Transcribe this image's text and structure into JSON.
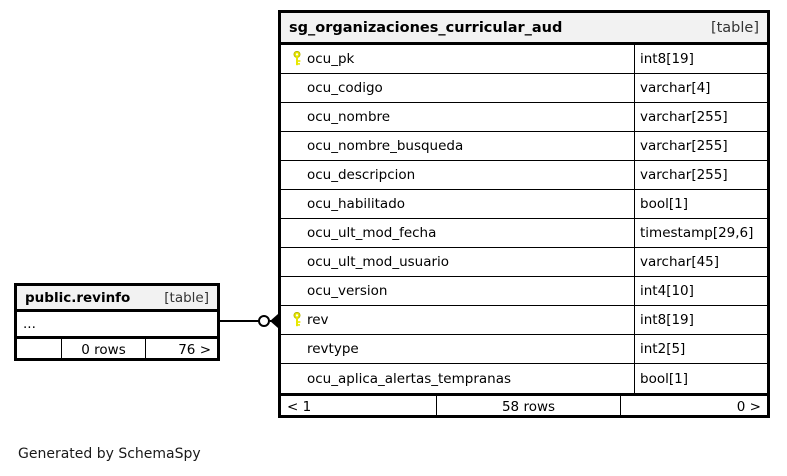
{
  "diagram": {
    "generator_credit": "Generated by SchemaSpy",
    "table_tag": "[table]"
  },
  "main_table": {
    "name": "sg_organizaciones_curricular_aud",
    "tag": "[table]",
    "columns": [
      {
        "key": true,
        "name": "ocu_pk",
        "type": "int8[19]"
      },
      {
        "key": false,
        "name": "ocu_codigo",
        "type": "varchar[4]"
      },
      {
        "key": false,
        "name": "ocu_nombre",
        "type": "varchar[255]"
      },
      {
        "key": false,
        "name": "ocu_nombre_busqueda",
        "type": "varchar[255]"
      },
      {
        "key": false,
        "name": "ocu_descripcion",
        "type": "varchar[255]"
      },
      {
        "key": false,
        "name": "ocu_habilitado",
        "type": "bool[1]"
      },
      {
        "key": false,
        "name": "ocu_ult_mod_fecha",
        "type": "timestamp[29,6]"
      },
      {
        "key": false,
        "name": "ocu_ult_mod_usuario",
        "type": "varchar[45]"
      },
      {
        "key": false,
        "name": "ocu_version",
        "type": "int4[10]"
      },
      {
        "key": true,
        "name": "rev",
        "type": "int8[19]"
      },
      {
        "key": false,
        "name": "revtype",
        "type": "int2[5]"
      },
      {
        "key": false,
        "name": "ocu_aplica_alertas_tempranas",
        "type": "bool[1]"
      }
    ],
    "footer": {
      "left": "< 1",
      "middle": "58 rows",
      "right": "0 >"
    }
  },
  "rev_table": {
    "name": "public.revinfo",
    "tag": "[table]",
    "columns": [
      {
        "key": false,
        "name": "...",
        "type": ""
      }
    ],
    "footer": {
      "left": "",
      "middle": "0 rows",
      "right": "76 >"
    }
  },
  "relationship": {
    "from": "public.revinfo",
    "to": "sg_organizaciones_curricular_aud",
    "source_cardinality": "zero-or-one",
    "target_cardinality": "many"
  },
  "colors": {
    "key_icon": "#e8e800",
    "table_border": "#000000",
    "header_background": "#f2f2f2",
    "page_background": "#ffffff"
  }
}
